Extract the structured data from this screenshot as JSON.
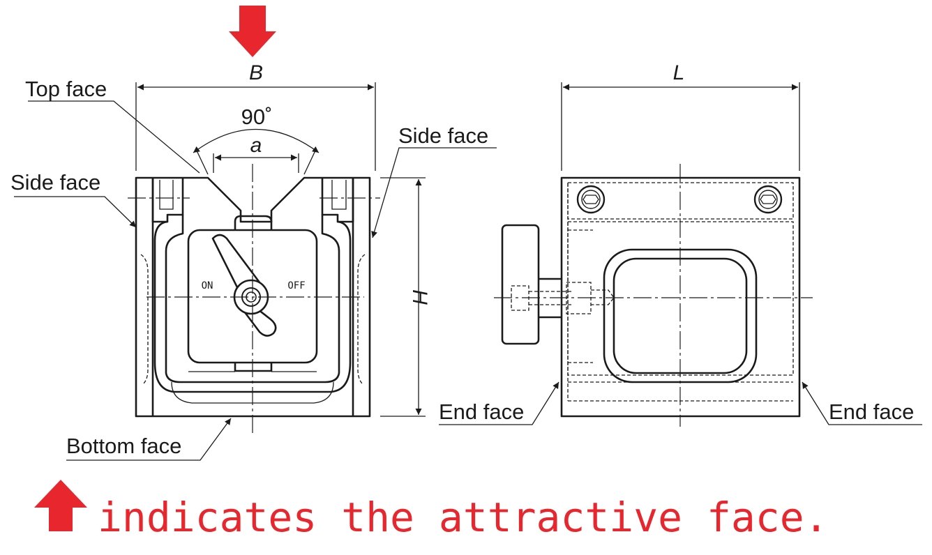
{
  "labels": {
    "top_face": "Top face",
    "side_face_left": "Side face",
    "side_face_right": "Side face",
    "bottom_face": "Bottom face",
    "end_face_left": "End face",
    "end_face_right": "End face"
  },
  "dimensions": {
    "width": "B",
    "angle": "90˚",
    "groove": "a",
    "height": "H",
    "length": "L"
  },
  "switch": {
    "on": "ON",
    "off": "OFF"
  },
  "note": {
    "text": "indicates the attractive face."
  },
  "colors": {
    "accent": "#e8262d",
    "line": "#1a1a1a"
  }
}
